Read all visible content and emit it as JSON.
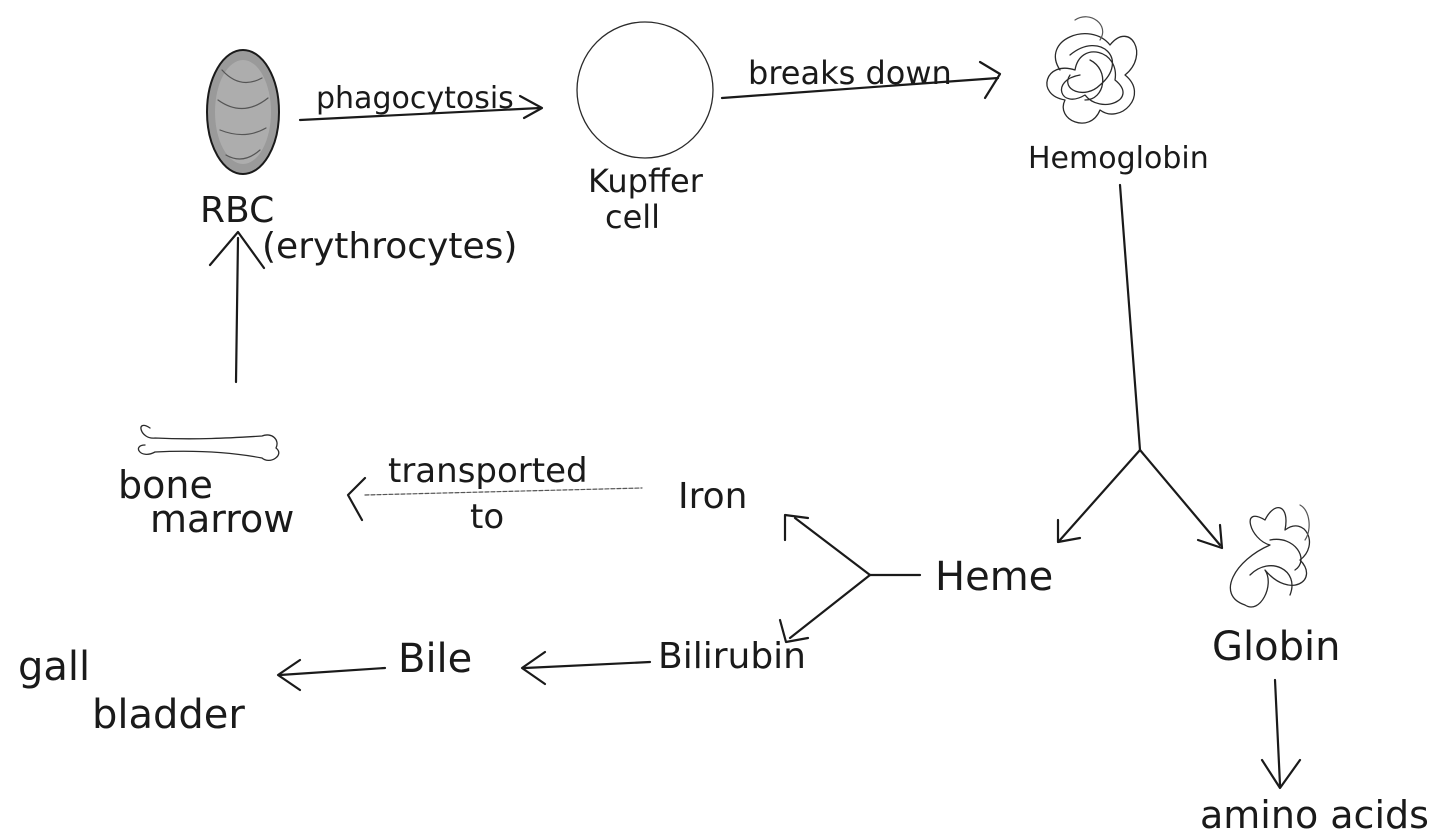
{
  "diagram": {
    "nodes": {
      "rbc": "RBC",
      "rbc_paren": "(erythrocytes)",
      "kupffer_line1": "Kupffer",
      "kupffer_line2": "cell",
      "hemoglobin": "Hemoglobin",
      "heme": "Heme",
      "globin": "Globin",
      "amino_acids": "amino acids",
      "iron": "Iron",
      "bilirubin": "Bilirubin",
      "bile": "Bile",
      "gall_line1": "gall",
      "gall_line2": "bladder",
      "bone_line1": "bone",
      "bone_line2": "marrow"
    },
    "edges": {
      "phagocytosis": "phagocytosis",
      "breaks_down": "breaks down",
      "transported_line1": "transported",
      "transported_line2": "to"
    }
  }
}
